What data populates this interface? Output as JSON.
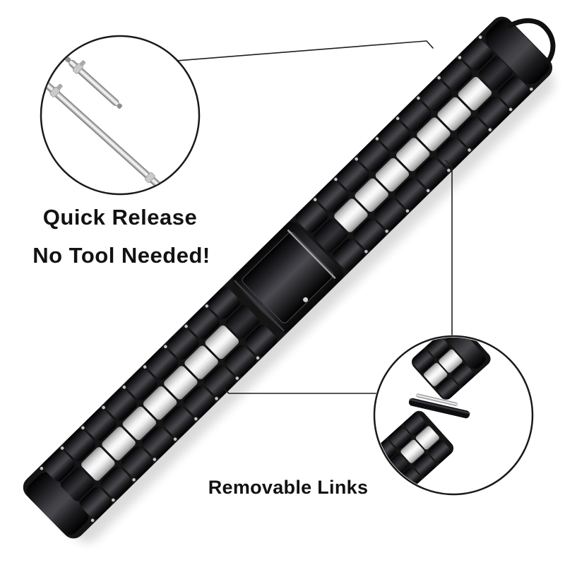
{
  "labels": {
    "quick_release": "Quick Release",
    "no_tool": "No Tool Needed!",
    "removable_links": "Removable Links"
  },
  "colors": {
    "background": "#ffffff",
    "text": "#121212",
    "callout_outline": "#1a1a1a",
    "connector_line": "#1f1f1f",
    "link_black": "#141417",
    "link_silver": "#ededed",
    "steel_pin": "#d9d9d9"
  },
  "scene": {
    "main_subject": "two-tone stainless steel watch band with fold-over clasp",
    "callout_top_left": "two quick-release spring bars",
    "callout_bottom_right": "detached links with removal pin"
  }
}
